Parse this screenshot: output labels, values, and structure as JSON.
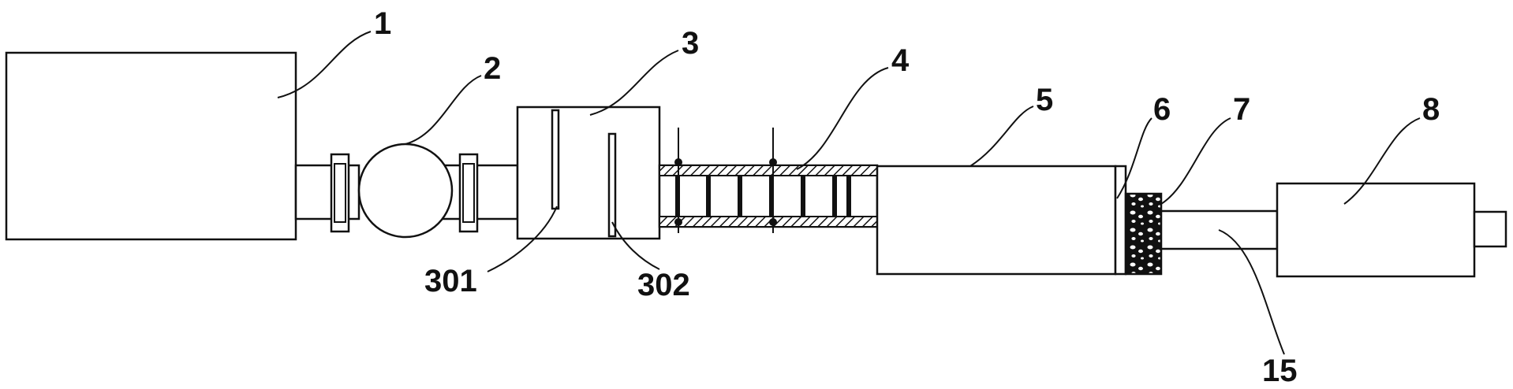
{
  "labels": {
    "l1": "1",
    "l2": "2",
    "l3": "3",
    "l4": "4",
    "l5": "5",
    "l6": "6",
    "l7": "7",
    "l8": "8",
    "l15": "15",
    "l301": "301",
    "l302": "302"
  },
  "colors": {
    "ink": "#111111",
    "paper": "#ffffff"
  }
}
